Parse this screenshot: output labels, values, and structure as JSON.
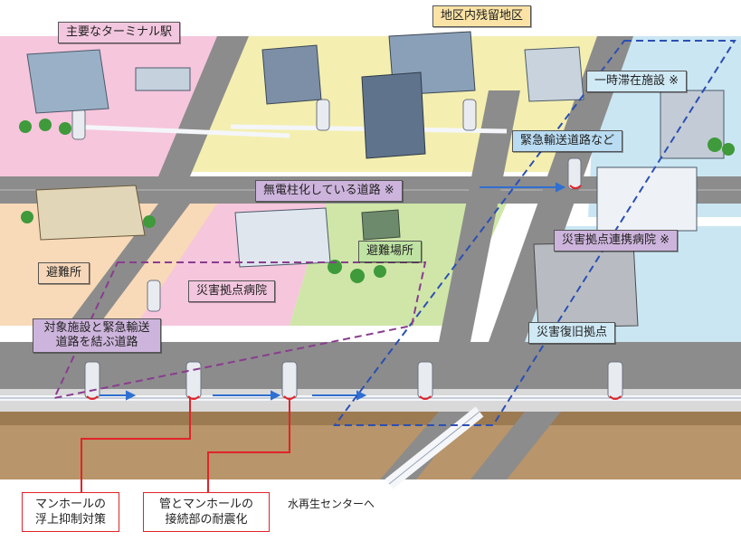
{
  "labels": {
    "terminal_station": "主要なターミナル駅",
    "district_stay": "地区内残留地区",
    "temp_stay": "一時滞在施設 ※",
    "emergency_road": "緊急輸送道路など",
    "no_pole_road": "無電柱化している道路 ※",
    "shelter": "避難所",
    "evacuation_site": "避難場所",
    "disaster_hospital": "災害拠点病院",
    "partner_hospital": "災害拠点連携病院 ※",
    "connect_road_line1": "対象施設と緊急輸送",
    "connect_road_line2": "道路を結ぶ道路",
    "recovery_base": "災害復旧拠点"
  },
  "callouts": {
    "manhole_uplift_line1": "マンホールの",
    "manhole_uplift_line2": "浮上抑制対策",
    "joint_quake_line1": "管とマンホールの",
    "joint_quake_line2": "接続部の耐震化"
  },
  "to_center": "水再生センターへ",
  "colors": {
    "road": "#8c8c8c",
    "sidewalk": "#d9d9d9",
    "pink_zone": "#f6c6dd",
    "yellow_zone": "#f4efb0",
    "blue_zone": "#cbe6f3",
    "orange_zone": "#f8d9b8",
    "green_park": "#cfe6a8",
    "soil": "#b8956a",
    "pipe": "#f4f6fa",
    "accent_red": "#e0242a",
    "dashed_blue": "#2b4fb3",
    "dashed_purple": "#8a3c8f"
  }
}
